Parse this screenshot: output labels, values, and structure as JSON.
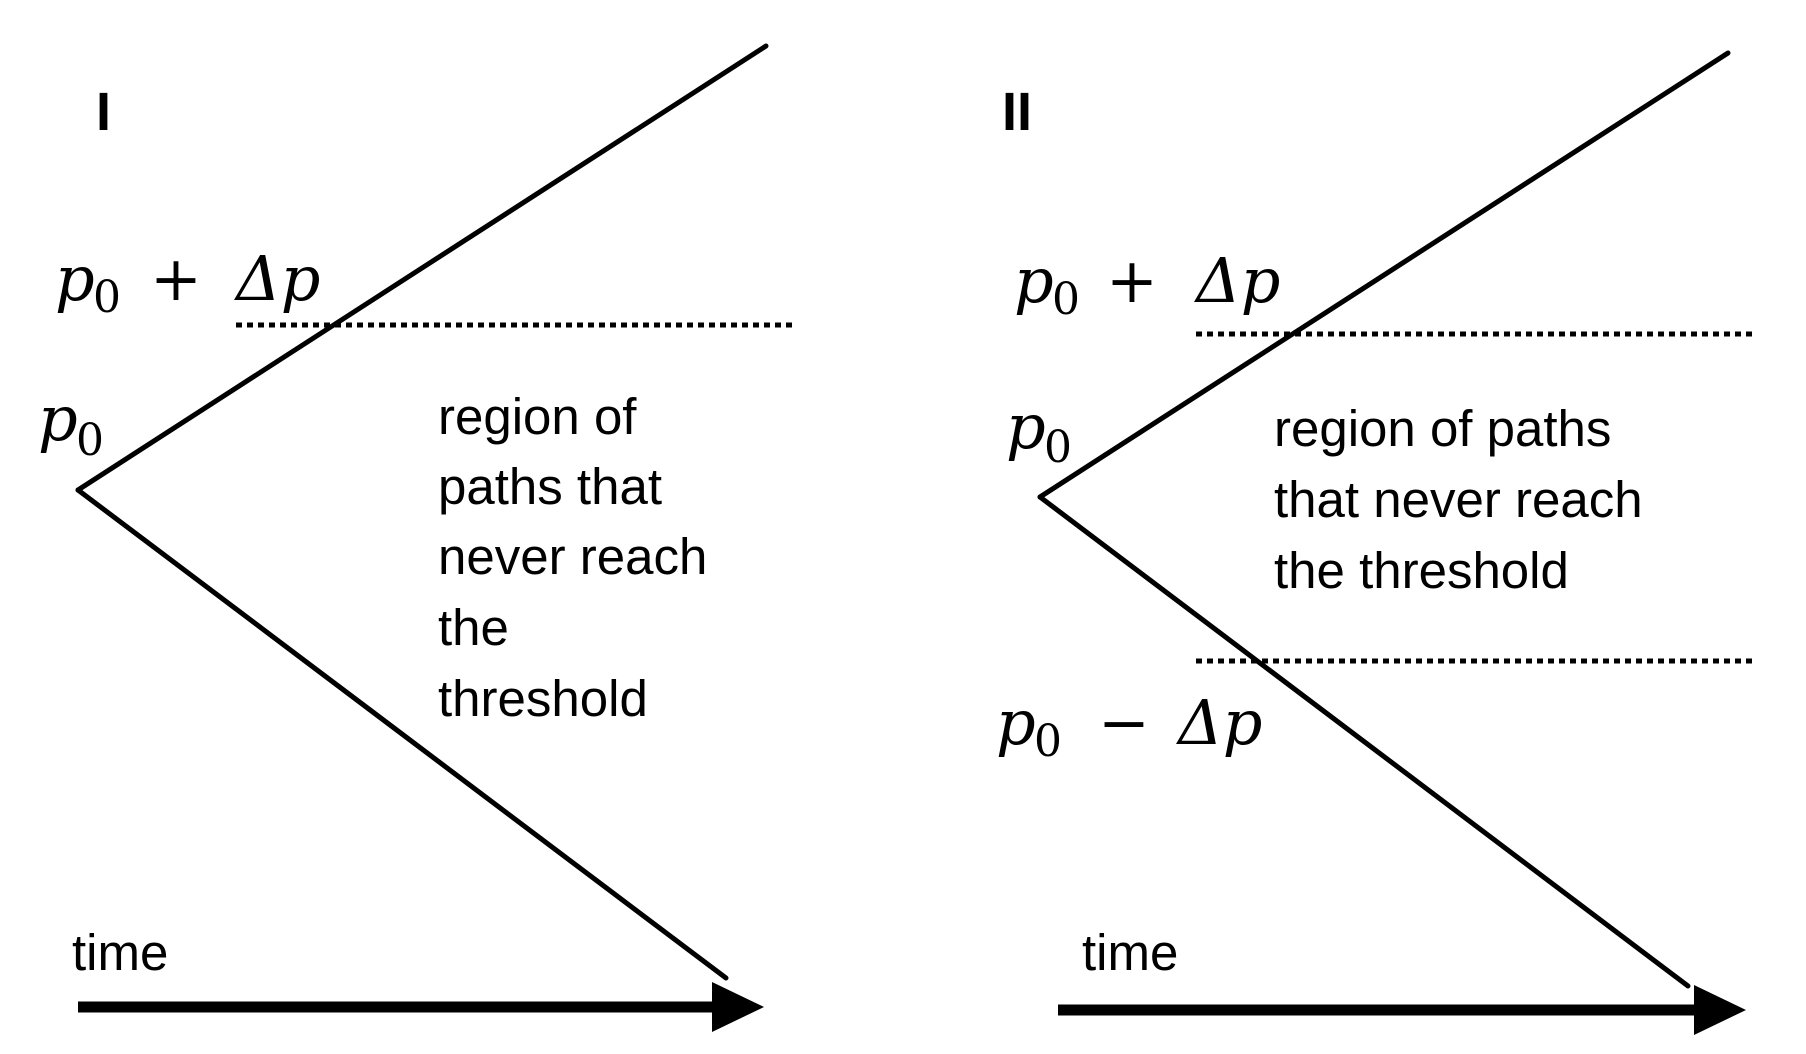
{
  "panels": [
    {
      "label": "I",
      "start_label": {
        "p": "p",
        "sub": "0"
      },
      "upper_label": {
        "p": "p",
        "sub": "0",
        "op": "+",
        "delta": "Δp"
      },
      "region_lines": [
        "region of",
        "paths that",
        "never reach",
        "the",
        "threshold"
      ],
      "time_label": "time"
    },
    {
      "label": "II",
      "start_label": {
        "p": "p",
        "sub": "0"
      },
      "upper_label": {
        "p": "p",
        "sub": "0",
        "op": "+",
        "delta": "Δp"
      },
      "lower_label": {
        "p": "p",
        "sub": "0",
        "op": "−",
        "delta": "Δp"
      },
      "region_lines": [
        "region of paths",
        "that never reach",
        "the threshold"
      ],
      "time_label": "time"
    }
  ]
}
